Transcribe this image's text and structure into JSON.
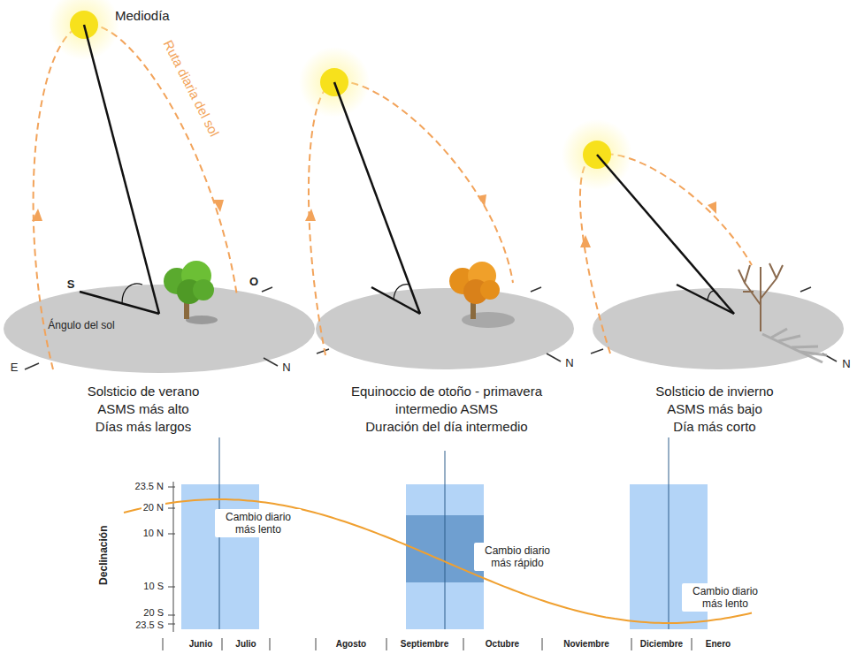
{
  "diagram": {
    "labels": [
      "Mediodía",
      "Ruta diaria del sol",
      "S",
      "O",
      "Ángulo del sol",
      "E",
      "N",
      "N",
      "N",
      "Solsticio de verano",
      "ASMS más alto",
      "Días más largos",
      "Equinoccio de otoño - primavera",
      "intermedio ASMS",
      "Duración del día intermedio",
      "Solsticio de invierno",
      "ASMS más bajo",
      "Día más corto",
      "23.5 N",
      "20 N",
      "10 N",
      "10 S",
      "20 S",
      "23.5 S",
      "Declinación",
      "Cambio diario más lento",
      "Cambio diario más rápido",
      "Cambio diario más lento",
      "Junio",
      "Julio",
      "Agosto",
      "Septiembre",
      "Octubre",
      "Noviembre",
      "Diciembre",
      "Enero"
    ]
  }
}
